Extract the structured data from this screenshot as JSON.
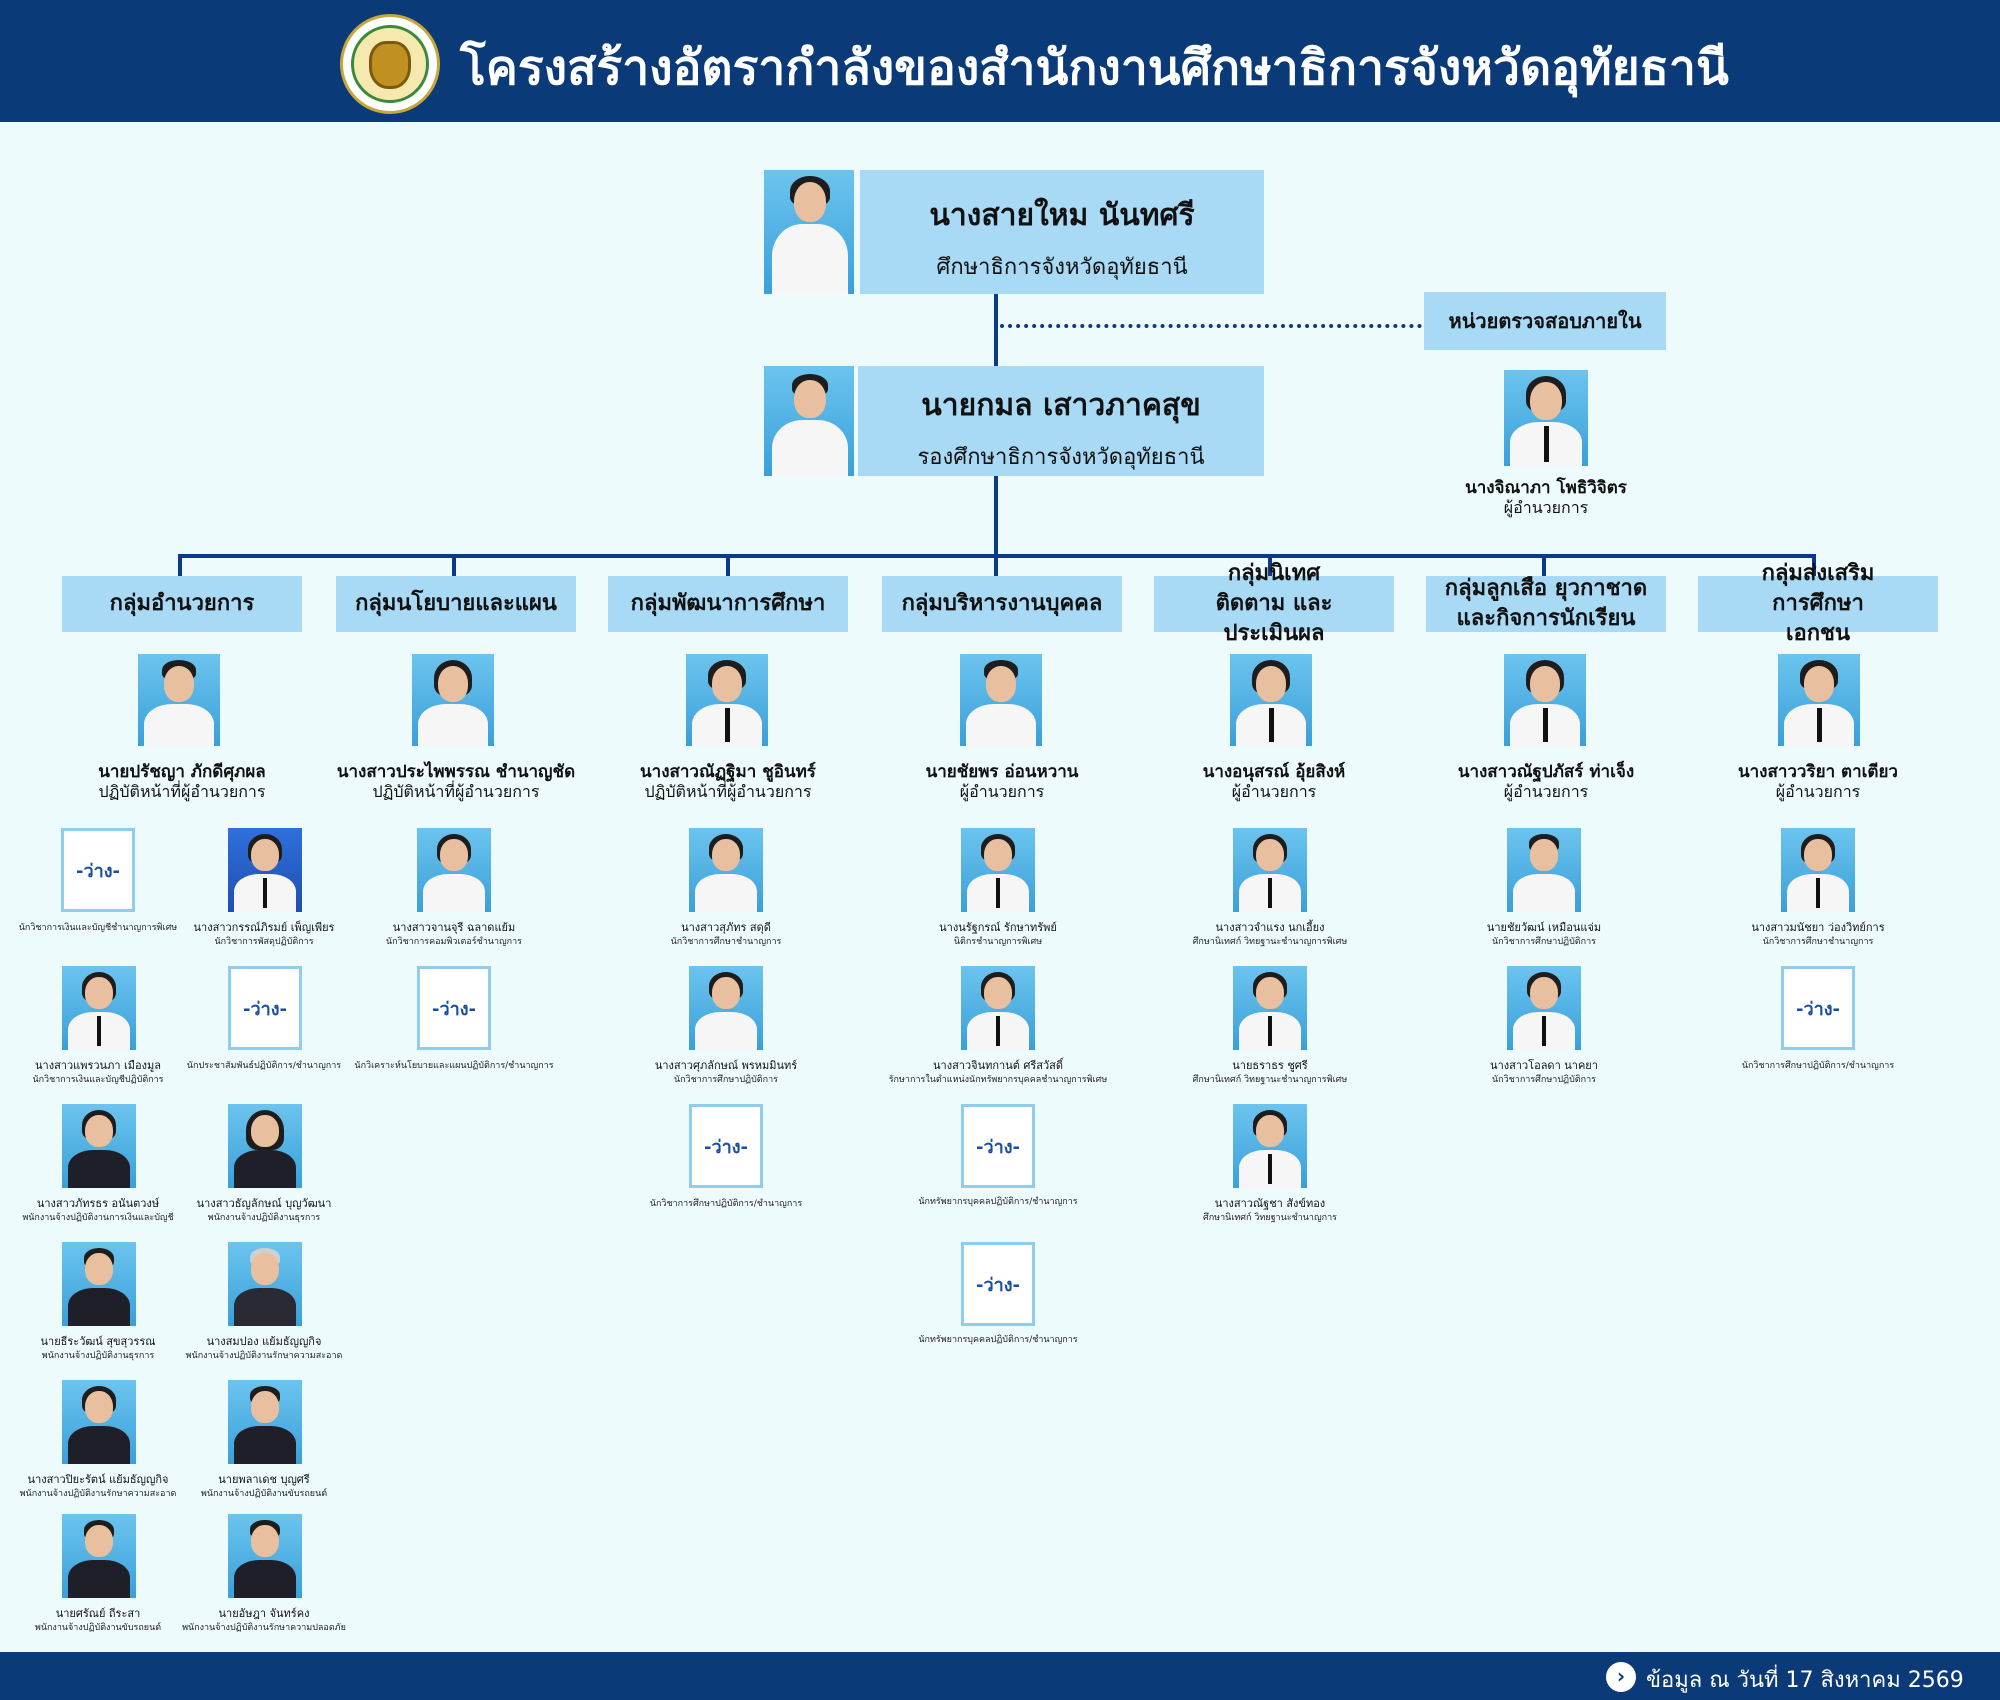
{
  "title": "โครงสร้างอัตรากำลังของสำนักงานศึกษาธิการจังหวัดอุทัยธานี",
  "logo_icon": "provincial-education-office-seal",
  "footer": {
    "icon": "chevron-right-circle-icon",
    "text": "ข้อมูล ณ วันที่ 17 สิงหาคม 2569"
  },
  "vacant_label": "-ว่าง-",
  "director": {
    "name": "นางสายใหม นันทศรี",
    "position": "ศึกษาธิการจังหวัดอุทัยธานี"
  },
  "deputy": {
    "name": "นายกมล เสาวภาคสุข",
    "position": "รองศึกษาธิการจังหวัดอุทัยธานี"
  },
  "audit": {
    "unit": "หน่วยตรวจสอบภายใน",
    "name": "นางจิณาภา โพธิวิจิตร",
    "position": "ผู้อำนวยการ"
  },
  "groups": [
    {
      "label": "กลุ่มอำนวยการ",
      "head_name": "นายปรัชญา ภักดีศุภผล",
      "head_position": "ปฏิบัติหน้าที่ผู้อำนวยการ"
    },
    {
      "label": "กลุ่มนโยบายและแผน",
      "head_name": "นางสาวประไพพรรณ ชำนาญชัด",
      "head_position": "ปฏิบัติหน้าที่ผู้อำนวยการ"
    },
    {
      "label": "กลุ่มพัฒนาการศึกษา",
      "head_name": "นางสาวณัฏฐิมา ชูอินทร์",
      "head_position": "ปฏิบัติหน้าที่ผู้อำนวยการ"
    },
    {
      "label": "กลุ่มบริหารงานบุคคล",
      "head_name": "นายชัยพร อ่อนหวาน",
      "head_position": "ผู้อำนวยการ"
    },
    {
      "label": "กลุ่มนิเทศ ติดตาม และประเมินผล",
      "head_name": "นางอนุสรณ์ อุ้ยสิงห์",
      "head_position": "ผู้อำนวยการ"
    },
    {
      "label": "กลุ่มลูกเสือ ยุวกาชาด และกิจการนักเรียน",
      "head_name": "นางสาวณัฐปภัสร์ ท่าเจ็ง",
      "head_position": "ผู้อำนวยการ"
    },
    {
      "label": "กลุ่มส่งเสริม การศึกษาเอกชน",
      "head_name": "นางสาววริยา ตาเตียว",
      "head_position": "ผู้อำนวยการ"
    }
  ],
  "staff": [
    {
      "name": "",
      "position": "นักวิชาการเงินและบัญชีชำนาญการพิเศษ",
      "vacant": true
    },
    {
      "name": "นางสาวกรรณ์ภิรมย์ เพ็ญเพียร",
      "position": "นักวิชาการพัสดุปฏิบัติการ"
    },
    {
      "name": "นางสาวแพรวนภา เมืองมูล",
      "position": "นักวิชาการเงินและบัญชีปฏิบัติการ"
    },
    {
      "name": "",
      "position": "นักประชาสัมพันธ์ปฏิบัติการ/ชำนาญการ",
      "vacant": true
    },
    {
      "name": "นางสาวภัทรธร อนันตวงษ์",
      "position": "พนักงานจ้างปฏิบัติงานการเงินและบัญชี"
    },
    {
      "name": "นางสาวธัญลักษณ์ บุญวัฒนา",
      "position": "พนักงานจ้างปฏิบัติงานธุรการ"
    },
    {
      "name": "นายธีระวัฒน์ สุขสุวรรณ",
      "position": "พนักงานจ้างปฏิบัติงานธุรการ"
    },
    {
      "name": "นางสมปอง แย้มธัญญกิจ",
      "position": "พนักงานจ้างปฏิบัติงานรักษาความสะอาด"
    },
    {
      "name": "นางสาวปิยะรัตน์ แย้มธัญญกิจ",
      "position": "พนักงานจ้างปฏิบัติงานรักษาความสะอาด"
    },
    {
      "name": "นายพลาเดช บุญศรี",
      "position": "พนักงานจ้างปฏิบัติงานขับรถยนต์"
    },
    {
      "name": "นายศรัณย์ ถีระสา",
      "position": "พนักงานจ้างปฏิบัติงานขับรถยนต์"
    },
    {
      "name": "นายอัษฎา จันทร์คง",
      "position": "พนักงานจ้างปฏิบัติงานรักษาความปลอดภัย"
    },
    {
      "name": "นางสาวจานจุรี ฉลาดแย้ม",
      "position": "นักวิชาการคอมพิวเตอร์ชำนาญการ"
    },
    {
      "name": "",
      "position": "นักวิเคราะห์นโยบายและแผนปฏิบัติการ/ชำนาญการ",
      "vacant": true
    },
    {
      "name": "นางสาวสุภัทร สดุดี",
      "position": "นักวิชาการศึกษาชำนาญการ"
    },
    {
      "name": "นางสาวศุภลักษณ์ พรหมมินทร์",
      "position": "นักวิชาการศึกษาปฏิบัติการ"
    },
    {
      "name": "",
      "position": "นักวิชาการศึกษาปฏิบัติการ/ชำนาญการ",
      "vacant": true
    },
    {
      "name": "นางนรัฐกรณ์ รักษาทรัพย์",
      "position": "นิติกรชำนาญการพิเศษ"
    },
    {
      "name": "นางสาวจินทกานต์ ศรีสวัสดิ์",
      "position": "รักษาการในตำแหน่งนักทรัพยากรบุคคลชำนาญการพิเศษ"
    },
    {
      "name": "",
      "position": "นักทรัพยากรบุคคลปฏิบัติการ/ชำนาญการ",
      "vacant": true
    },
    {
      "name": "",
      "position": "นักทรัพยากรบุคคลปฏิบัติการ/ชำนาญการ",
      "vacant": true
    },
    {
      "name": "นางสาวจำแรง นกเอี้ยง",
      "position": "ศึกษานิเทศก์ วิทยฐานะชำนาญการพิเศษ"
    },
    {
      "name": "นายธราธร ชูศรี",
      "position": "ศึกษานิเทศก์ วิทยฐานะชำนาญการพิเศษ"
    },
    {
      "name": "นางสาวณัฐชา สังข์ทอง",
      "position": "ศึกษานิเทศก์ วิทยฐานะชำนาญการ"
    },
    {
      "name": "นายชัยวัฒน์ เหมือนแจ่ม",
      "position": "นักวิชาการศึกษาปฏิบัติการ"
    },
    {
      "name": "นางสาวโอลดา นาคยา",
      "position": "นักวิชาการศึกษาปฏิบัติการ"
    },
    {
      "name": "นางสาวมนัชยา ว่องวิทย์การ",
      "position": "นักวิชาการศึกษาชำนาญการ"
    },
    {
      "name": "",
      "position": "นักวิชาการศึกษาปฏิบัติการ/ชำนาญการ",
      "vacant": true
    }
  ]
}
